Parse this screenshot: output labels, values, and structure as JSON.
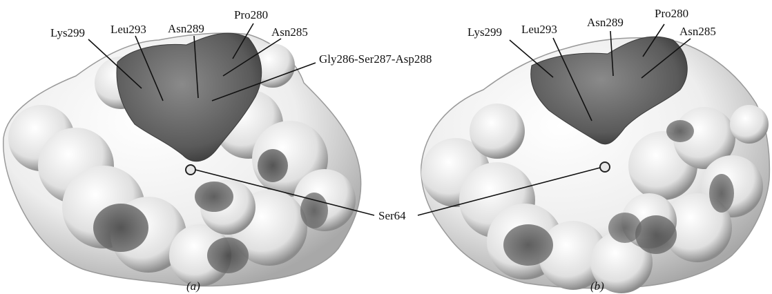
{
  "panel_a": {
    "labels": {
      "lys299": "Lys299",
      "leu293": "Leu293",
      "asn289": "Asn289",
      "pro280": "Pro280",
      "asn285": "Asn285",
      "gly_ser_asp": "Gly286-Ser287-Asp288"
    },
    "caption": "(a)"
  },
  "panel_b": {
    "labels": {
      "lys299": "Lys299",
      "leu293": "Leu293",
      "asn289": "Asn289",
      "pro280": "Pro280",
      "asn285": "Asn285"
    },
    "caption": "(b)"
  },
  "shared_label": "Ser64",
  "colors": {
    "surface_light": "#f2f2f2",
    "surface_mid": "#bdbdbd",
    "surface_dark": "#555555",
    "loop_region": "#5a5a5a",
    "leader_line": "#111111"
  }
}
